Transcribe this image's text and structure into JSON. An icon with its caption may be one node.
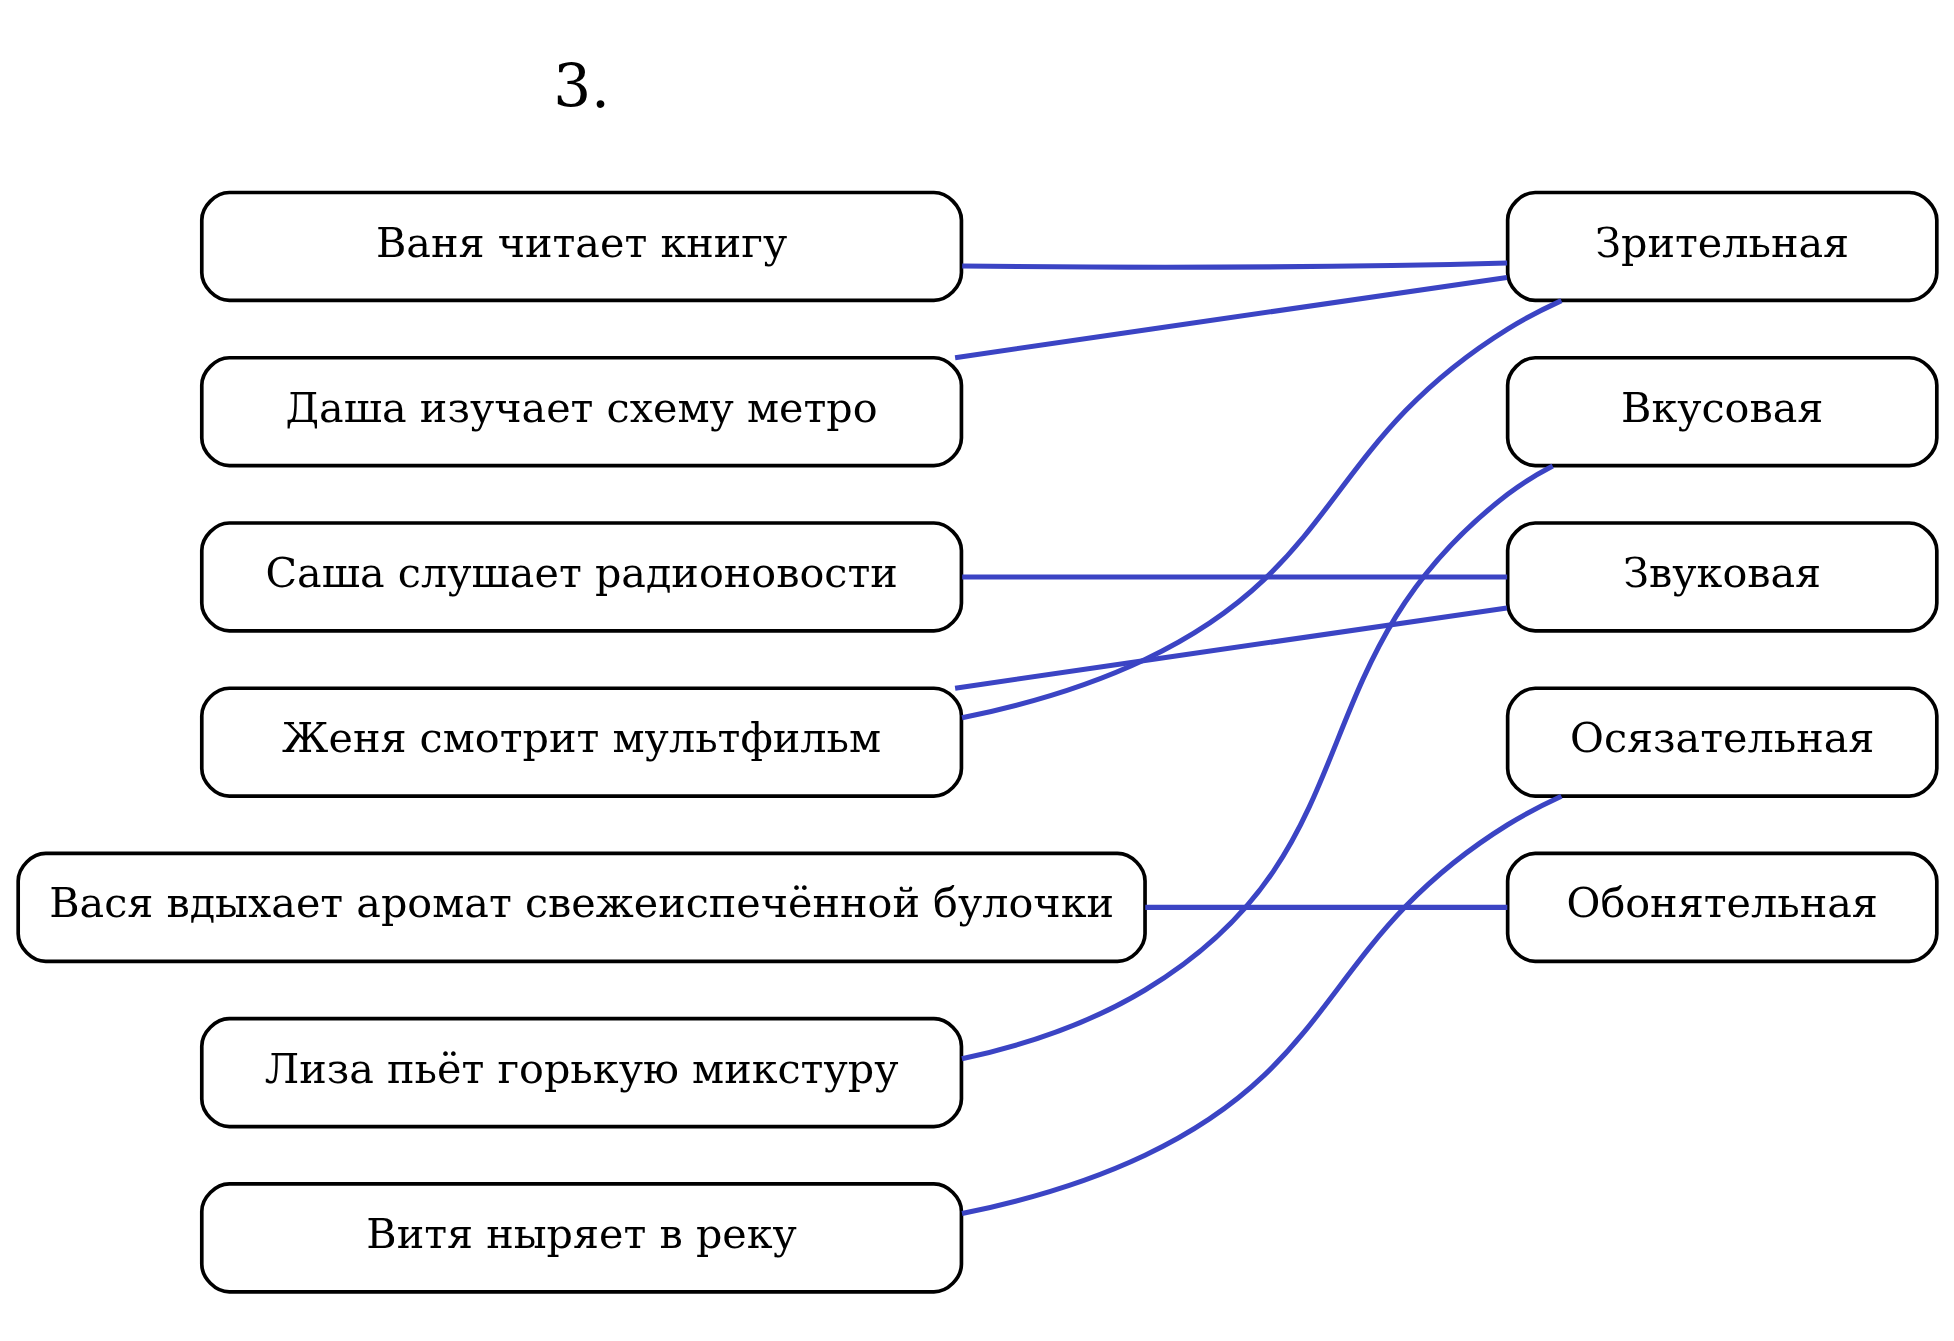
{
  "diagram": {
    "nodes": [
      {
        "text": [
          "Ваня читает книгу"
        ]
      },
      {
        "text": [
          "Даша изучает схему метро"
        ]
      },
      {
        "text": [
          "Саша слушает радионовости"
        ]
      },
      {
        "text": [
          "Женя смотрит мультфильм"
        ]
      },
      {
        "text": [
          "Вася вдыхает аромат свежеиспечённой булочки"
        ]
      },
      {
        "text": [
          "Лиза пьёт горькую микстуру"
        ]
      },
      {
        "text": [
          "Витя ныряет в реку"
        ]
      },
      {
        "text": [
          "Зрительная"
        ]
      },
      {
        "text": [
          "Вкусовая"
        ]
      },
      {
        "text": [
          "Звуковая"
        ]
      },
      {
        "text": [
          "Осязательная"
        ]
      },
      {
        "text": [
          "Обонятельная"
        ]
      }
    ],
    "edges": [
      {
        "from": 0,
        "to": 7,
        "arrow": "none"
      },
      {
        "from": 1,
        "to": 7,
        "arrow": "none"
      },
      {
        "from": 2,
        "to": 9,
        "arrow": "none"
      },
      {
        "from": 3,
        "to": 7,
        "arrow": "none"
      },
      {
        "from": 3,
        "to": 9,
        "arrow": "none"
      },
      {
        "from": 4,
        "to": 11,
        "arrow": "none"
      },
      {
        "from": 5,
        "to": 8,
        "arrow": "none"
      },
      {
        "from": 6,
        "to": 10,
        "arrow": "none"
      }
    ],
    "labels": [
      "3."
    ]
  }
}
